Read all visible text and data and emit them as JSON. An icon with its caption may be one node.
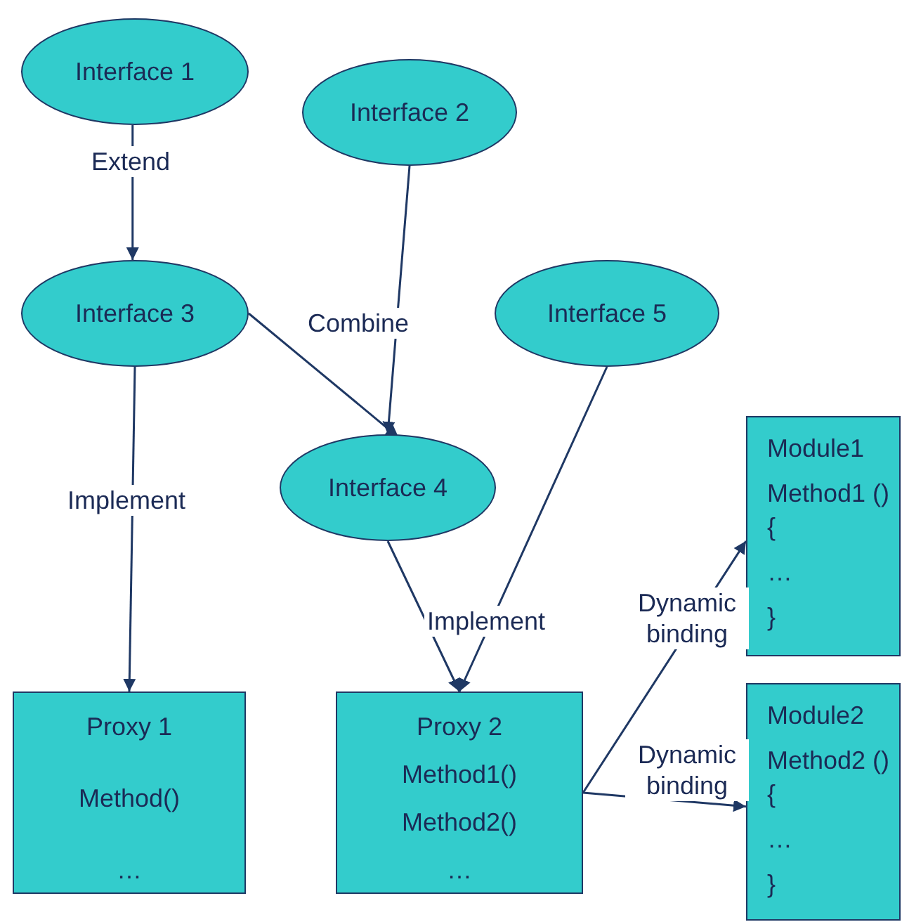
{
  "diagram": {
    "nodes": [
      {
        "text": [
          "Interface 1"
        ]
      },
      {
        "text": [
          "Interface 2"
        ]
      },
      {
        "text": [
          "Interface 3"
        ]
      },
      {
        "text": [
          "Interface 5"
        ]
      },
      {
        "text": [
          "Interface 4"
        ]
      },
      {
        "text": [
          "Proxy 1",
          "Method()",
          "…"
        ]
      },
      {
        "text": [
          "Proxy 2",
          "Method1()",
          "Method2()",
          "…"
        ]
      },
      {
        "text": [
          "Module1",
          "Method1 () {",
          "…",
          "}"
        ]
      },
      {
        "text": [
          "Module2",
          "Method2 () {",
          "…",
          "}"
        ]
      }
    ],
    "edges": [
      {
        "from": 0,
        "to": 2,
        "arrow": "to",
        "label": "Extend"
      },
      {
        "from": 2,
        "to": 4,
        "arrow": "to",
        "label": "Combine"
      },
      {
        "from": 1,
        "to": 4,
        "arrow": "to"
      },
      {
        "from": 2,
        "to": 5,
        "arrow": "to",
        "label": "Implement"
      },
      {
        "from": 4,
        "to": 6,
        "arrow": "to",
        "label": "Implement"
      },
      {
        "from": 3,
        "to": 6,
        "arrow": "to"
      },
      {
        "from": 6,
        "to": 7,
        "arrow": "to",
        "label": "Dynamic binding"
      },
      {
        "from": 6,
        "to": 8,
        "arrow": "to",
        "label": "Dynamic binding"
      }
    ]
  }
}
